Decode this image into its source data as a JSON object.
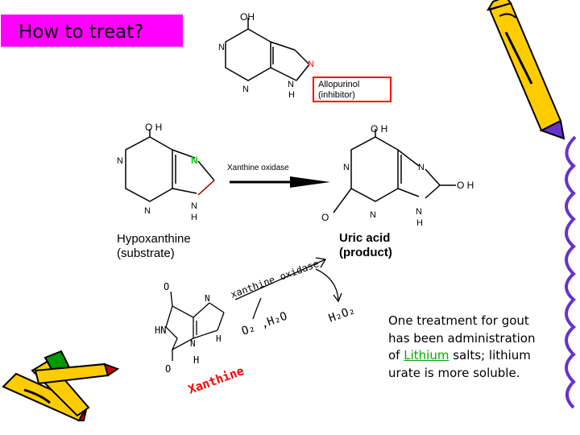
{
  "title": "How to treat?",
  "allopurinol": {
    "oh": "OH",
    "n_left": "N",
    "n_bottom": "N",
    "n_red": "N",
    "nh": "N",
    "h": "H",
    "label_line1": "Allopurinol",
    "label_line2": "(inhibitor)"
  },
  "hypoxanthine": {
    "oh": "O H",
    "n_left": "N",
    "n_bottom": "N",
    "n_green": "N",
    "nh": "N",
    "h": "H",
    "label_line1": "Hypoxanthine",
    "label_line2": "(substrate)"
  },
  "enzyme_label": "Xanthine oxidase",
  "uric_acid": {
    "oh_top": "O H",
    "oh_right": "O H",
    "o_left": "O",
    "n_left": "N",
    "n_bottom": "N",
    "n_top_right": "N",
    "nh": "N",
    "h": "H",
    "label_line1": "Uric acid",
    "label_line2": "(product)"
  },
  "handwritten": {
    "enzyme": "xanthine oxidase",
    "reactants": "O₂ ,H₂O",
    "product": "H₂O₂",
    "name": "Xanthine",
    "o_top": "O",
    "o_bottom": "O",
    "hn": "HN",
    "h_bottom": "H",
    "n_ring": "N",
    "n_ring2": "N",
    "h_ring": "H"
  },
  "note": {
    "before": "One treatment for gout has been administration of ",
    "link": "Lithium",
    "after": " salts; lithium urate is more soluble."
  },
  "colors": {
    "title_bg": "#ff00ff",
    "red": "#ff0000",
    "green": "#00cc00",
    "link": "#00aa00",
    "pencil_yellow": "#ffcc00",
    "pencil_purple": "#6633cc",
    "pencil_red": "#cc0000"
  }
}
